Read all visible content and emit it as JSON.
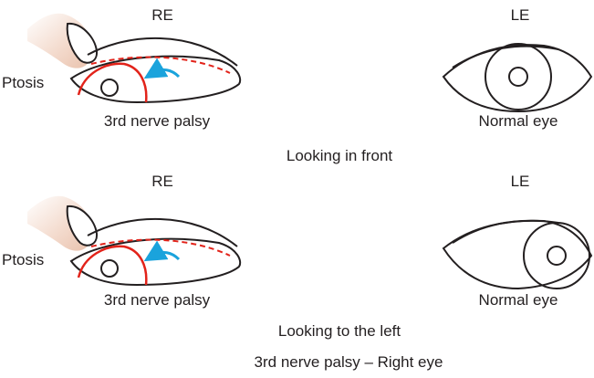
{
  "panels": [
    {
      "right_eye": {
        "side_label": "RE",
        "side_label_left": "Ptosis",
        "caption": "3rd nerve palsy"
      },
      "left_eye": {
        "side_label": "LE",
        "caption": "Normal eye"
      },
      "gaze_caption": "Looking in front"
    },
    {
      "right_eye": {
        "side_label": "RE",
        "side_label_left": "Ptosis",
        "caption": "3rd nerve palsy"
      },
      "left_eye": {
        "side_label": "LE",
        "caption": "Normal eye"
      },
      "gaze_caption": "Looking to the left"
    }
  ],
  "figure_caption": "3rd nerve palsy – Right eye",
  "colors": {
    "outline": "#231f20",
    "palsy_red": "#e2231a",
    "arrow_blue": "#1aa3dc",
    "skin": "#f4dccf"
  }
}
